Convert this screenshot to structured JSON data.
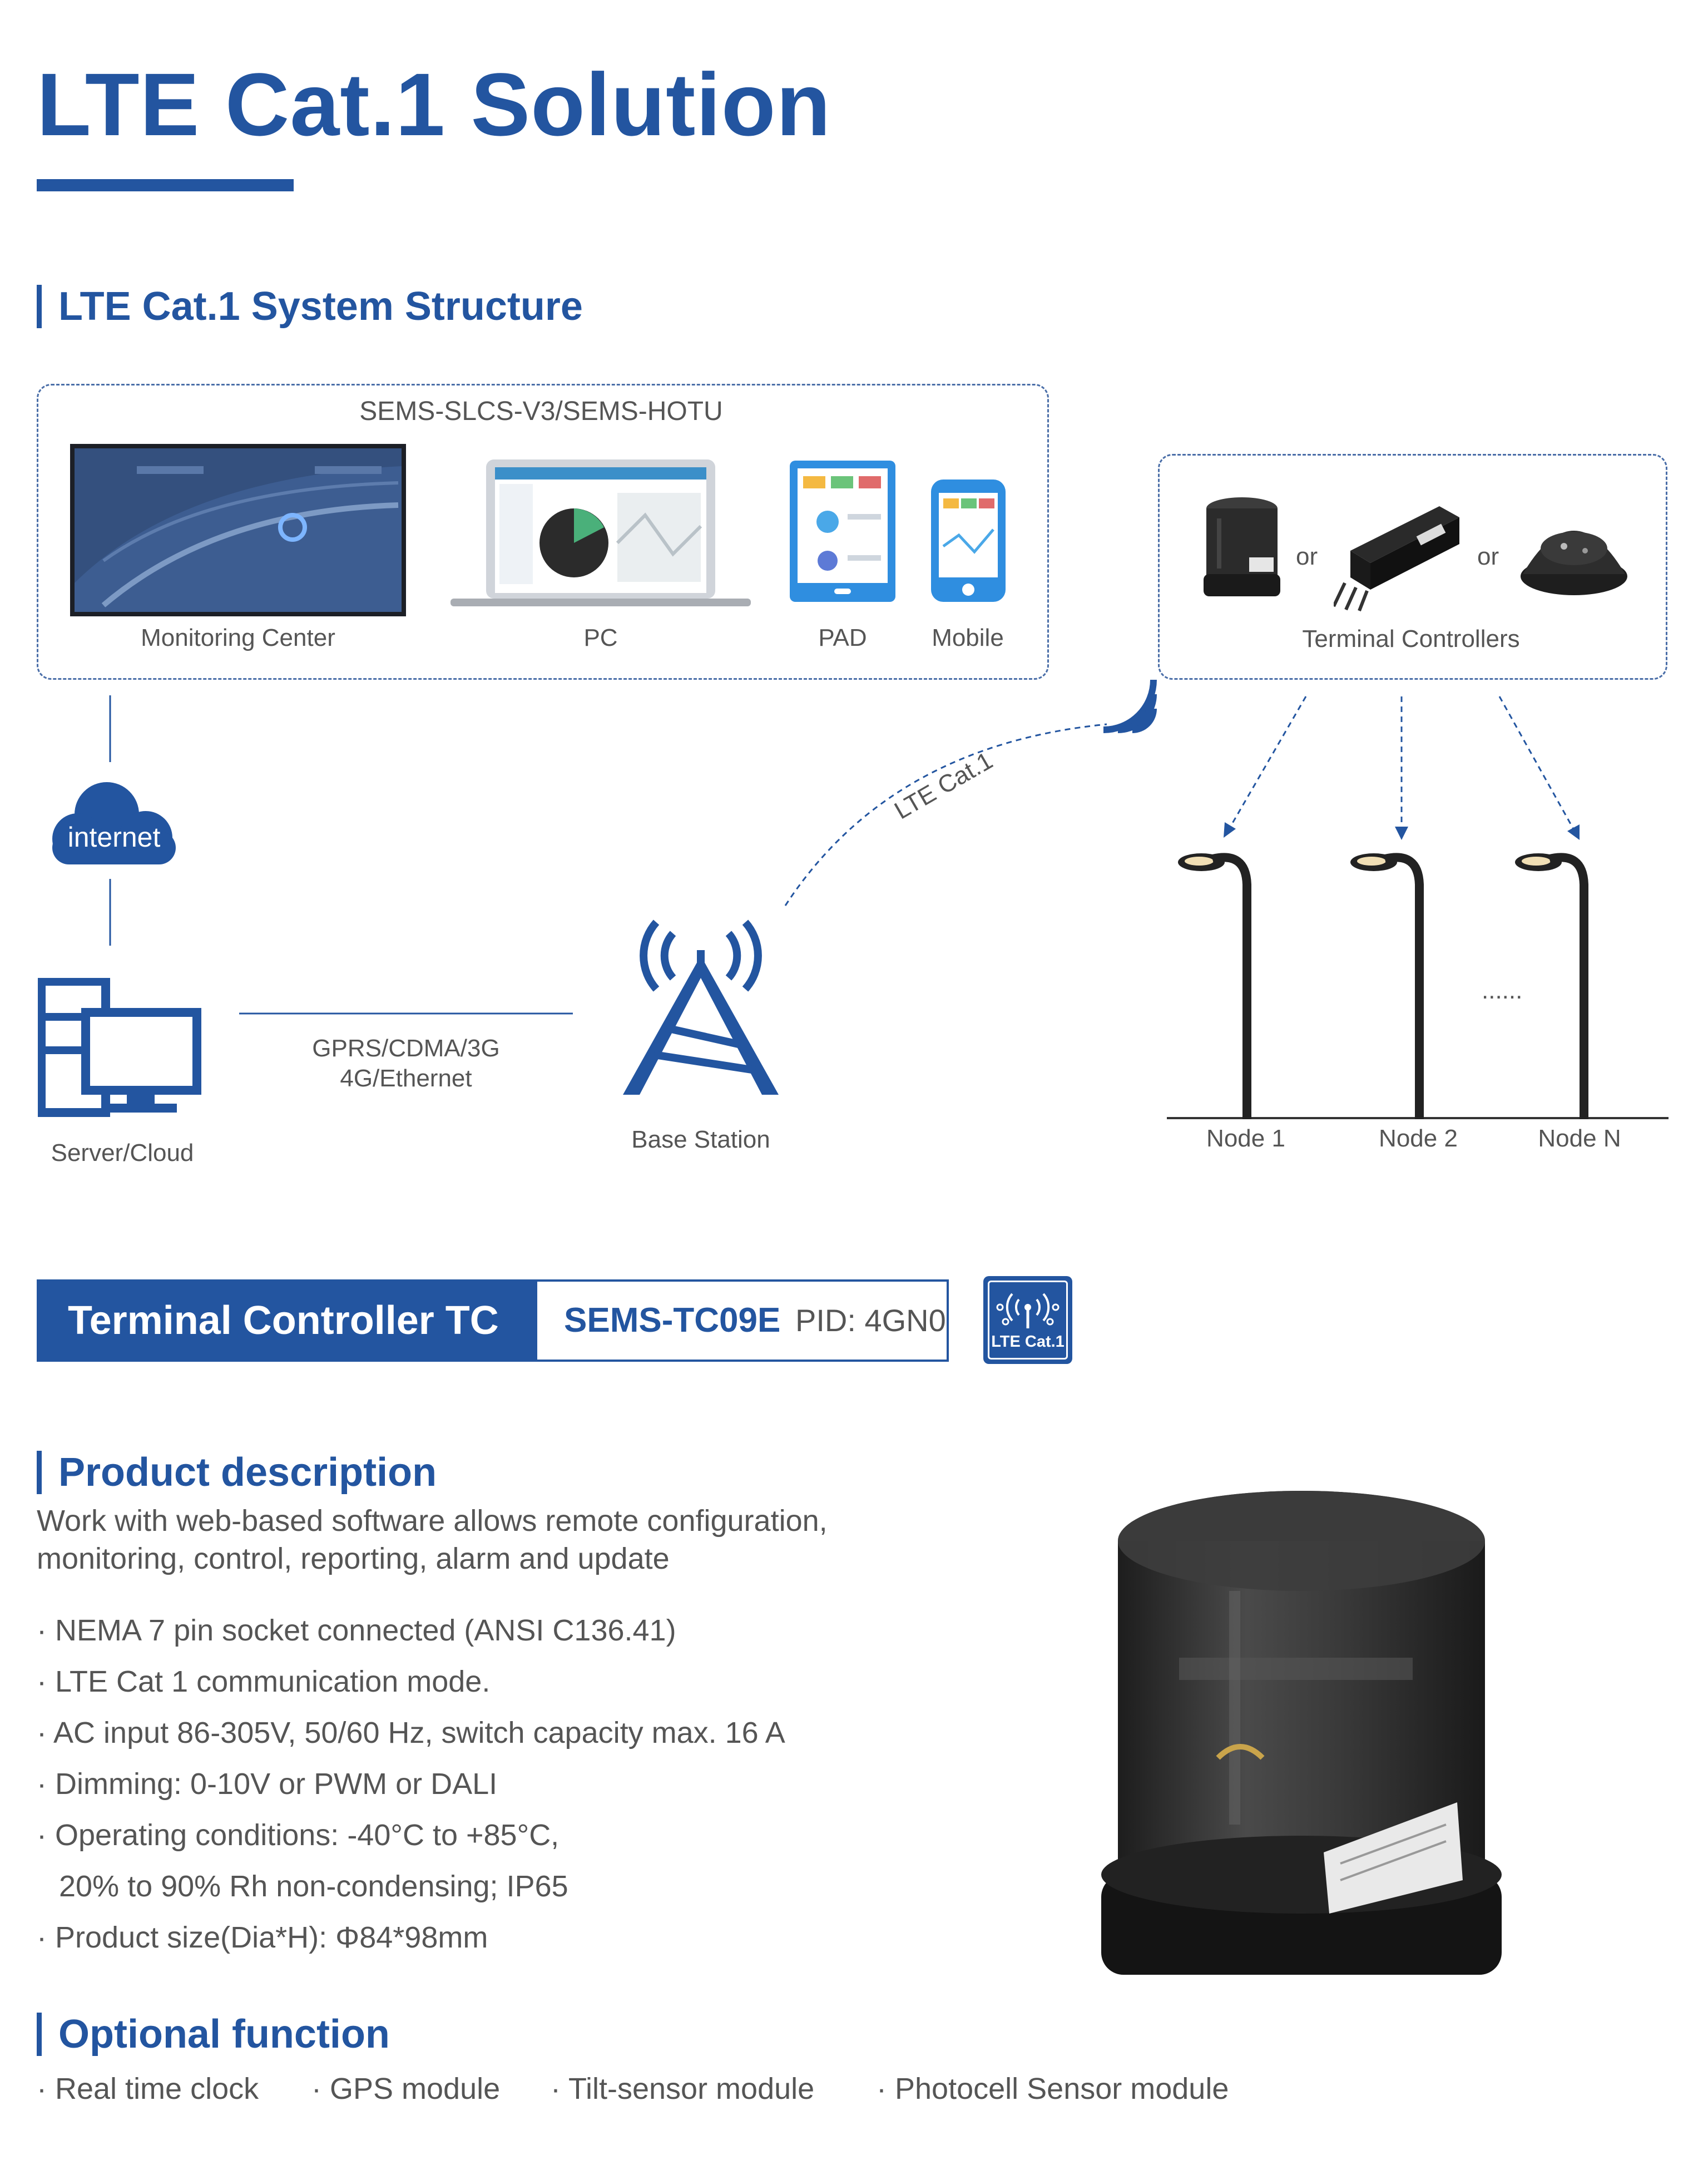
{
  "header": {
    "title": "LTE Cat.1 Solution"
  },
  "system": {
    "section_title": "LTE Cat.1 System Structure",
    "platform_label": "SEMS-SLCS-V3/SEMS-HOTU",
    "clients": {
      "monitoring_center": "Monitoring Center",
      "pc": "PC",
      "pad": "PAD",
      "mobile": "Mobile"
    },
    "terminal_controllers": {
      "label": "Terminal Controllers",
      "or_1": "or",
      "or_2": "or"
    },
    "internet": "internet",
    "server": "Server/Cloud",
    "link_line1": "GPRS/CDMA/3G",
    "link_line2": "4G/Ethernet",
    "base_station": "Base Station",
    "lte_link": "LTE Cat.1",
    "nodes": [
      "Node 1",
      "Node 2",
      "Node N"
    ],
    "ellipsis": "......"
  },
  "product": {
    "header_name": "Terminal Controller TC",
    "model": "SEMS-TC09E",
    "pid": "PID: 4GN0",
    "badge": "LTE Cat.1",
    "desc_title": "Product description",
    "desc_line1": "Work with web-based software allows remote configuration,",
    "desc_line2": "monitoring, control, reporting, alarm and update",
    "features": [
      "NEMA 7 pin socket connected (ANSI C136.41)",
      "LTE Cat 1 communication mode.",
      "AC input 86-305V, 50/60 Hz, switch capacity max. 16 A",
      "Dimming: 0-10V or PWM or DALI",
      "Operating conditions: -40°C to +85°C,",
      "Product size(Dia*H): Φ84*98mm"
    ],
    "feature_continuation": "20% to 90% Rh non-condensing; IP65",
    "optional_title": "Optional function",
    "optional": [
      "Real time clock",
      "GPS module",
      "Tilt-sensor module",
      "Photocell Sensor module"
    ]
  },
  "colors": {
    "brand_blue": "#2355a0",
    "text_gray": "#555555"
  }
}
